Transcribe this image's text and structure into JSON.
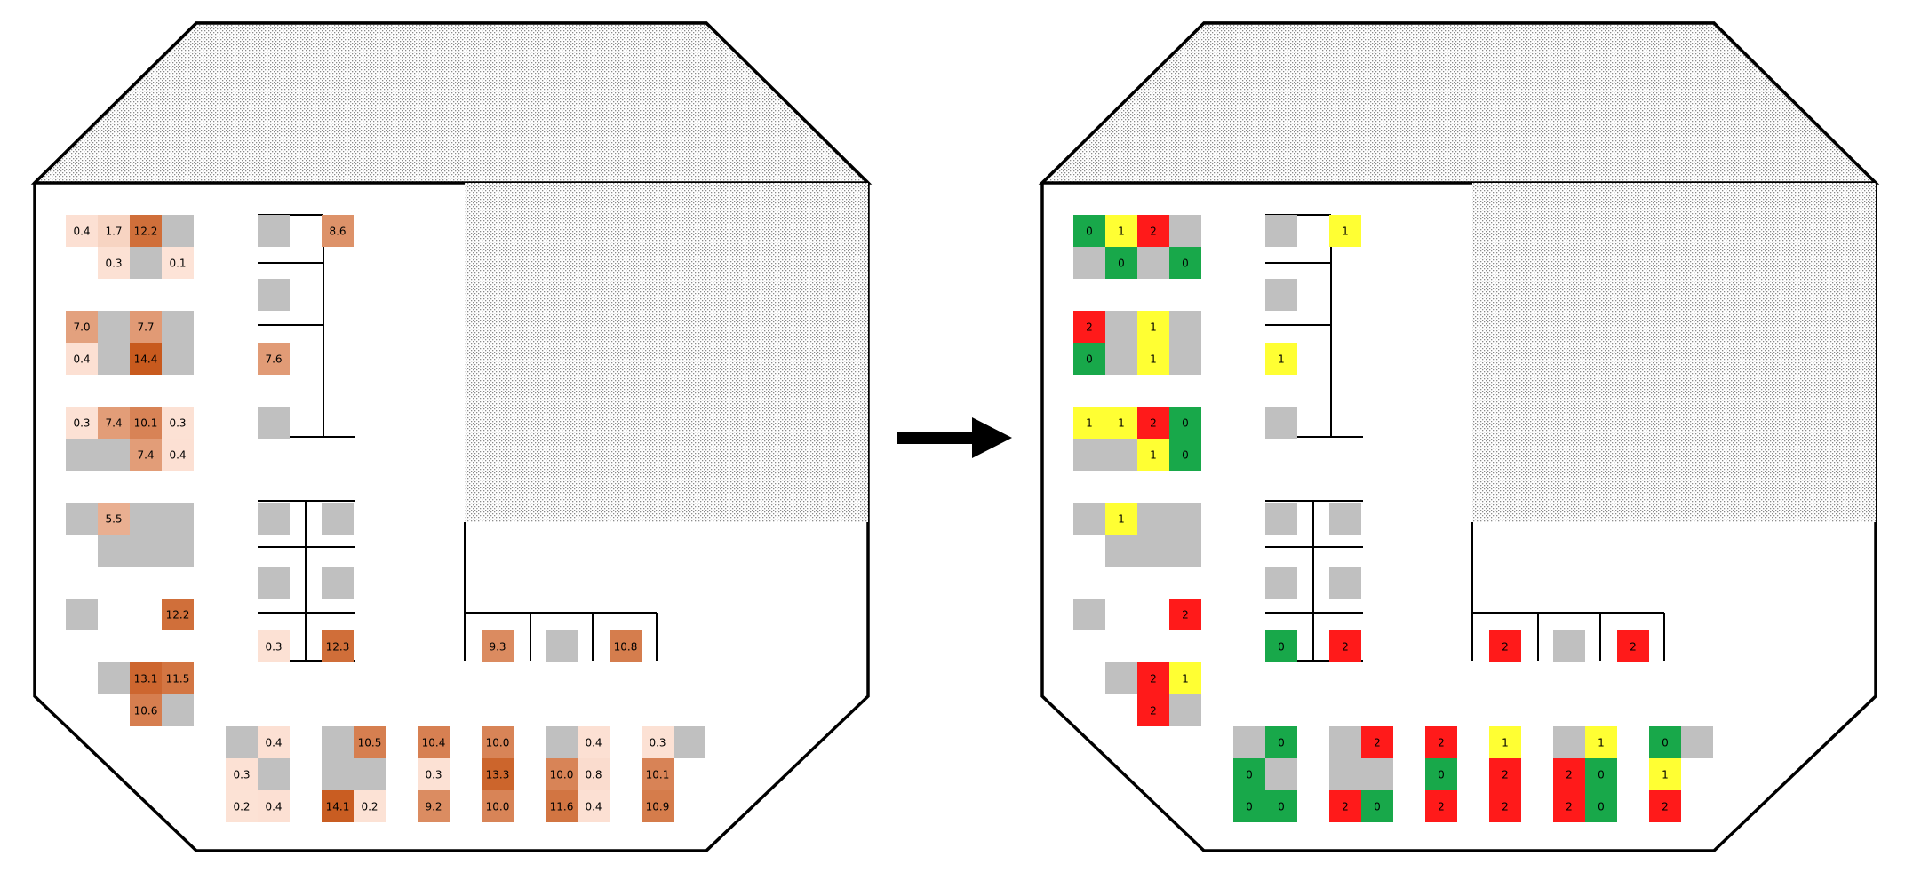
{
  "colors": {
    "gray": "#c0c0c0",
    "green": "#18a84a",
    "yellow": "#ffff33",
    "red": "#ff1a1a",
    "heat_low": "#fde4d8",
    "heat_high": "#c85a1e",
    "outline": "#000000",
    "hatch": "#8a8a8a"
  },
  "arrow": {
    "icon": "right-arrow-icon"
  },
  "left_panel": {
    "cells": [
      {
        "r": 0,
        "c": 0,
        "t": "v",
        "v": 0.4
      },
      {
        "r": 0,
        "c": 1,
        "t": "v",
        "v": 1.7
      },
      {
        "r": 0,
        "c": 2,
        "t": "v",
        "v": 12.2
      },
      {
        "r": 0,
        "c": 3,
        "t": "g"
      },
      {
        "r": 1,
        "c": 1,
        "t": "v",
        "v": 0.3
      },
      {
        "r": 1,
        "c": 2,
        "t": "g"
      },
      {
        "r": 1,
        "c": 3,
        "t": "v",
        "v": 0.1
      },
      {
        "r": 3,
        "c": 0,
        "t": "v",
        "v": 7.0
      },
      {
        "r": 3,
        "c": 1,
        "t": "g"
      },
      {
        "r": 3,
        "c": 2,
        "t": "v",
        "v": 7.7
      },
      {
        "r": 3,
        "c": 3,
        "t": "g"
      },
      {
        "r": 4,
        "c": 0,
        "t": "v",
        "v": 0.4
      },
      {
        "r": 4,
        "c": 1,
        "t": "g"
      },
      {
        "r": 4,
        "c": 2,
        "t": "v",
        "v": 14.4
      },
      {
        "r": 4,
        "c": 3,
        "t": "g"
      },
      {
        "r": 6,
        "c": 0,
        "t": "v",
        "v": 0.3
      },
      {
        "r": 6,
        "c": 1,
        "t": "v",
        "v": 7.4
      },
      {
        "r": 6,
        "c": 2,
        "t": "v",
        "v": 10.1
      },
      {
        "r": 6,
        "c": 3,
        "t": "v",
        "v": 0.3
      },
      {
        "r": 7,
        "c": 0,
        "t": "g"
      },
      {
        "r": 7,
        "c": 1,
        "t": "g"
      },
      {
        "r": 7,
        "c": 2,
        "t": "v",
        "v": 7.4
      },
      {
        "r": 7,
        "c": 3,
        "t": "v",
        "v": 0.4
      },
      {
        "r": 9,
        "c": 0,
        "t": "g"
      },
      {
        "r": 9,
        "c": 1,
        "t": "v",
        "v": 5.5
      },
      {
        "r": 9,
        "c": 2,
        "t": "g"
      },
      {
        "r": 9,
        "c": 3,
        "t": "g"
      },
      {
        "r": 10,
        "c": 1,
        "t": "g"
      },
      {
        "r": 10,
        "c": 2,
        "t": "g"
      },
      {
        "r": 10,
        "c": 3,
        "t": "g"
      },
      {
        "r": 12,
        "c": 0,
        "t": "g"
      },
      {
        "r": 12,
        "c": 3,
        "t": "v",
        "v": 12.2
      },
      {
        "r": 14,
        "c": 1,
        "t": "g"
      },
      {
        "r": 14,
        "c": 2,
        "t": "v",
        "v": 13.1
      },
      {
        "r": 14,
        "c": 3,
        "t": "v",
        "v": 11.5
      },
      {
        "r": 15,
        "c": 2,
        "t": "v",
        "v": 10.6
      },
      {
        "r": 15,
        "c": 3,
        "t": "g"
      },
      {
        "r": 0,
        "c": 6,
        "t": "g"
      },
      {
        "r": 0,
        "c": 8,
        "t": "v",
        "v": 8.6
      },
      {
        "r": 2,
        "c": 6,
        "t": "g"
      },
      {
        "r": 4,
        "c": 6,
        "t": "v",
        "v": 7.6
      },
      {
        "r": 6,
        "c": 6,
        "t": "g"
      },
      {
        "r": 9,
        "c": 6,
        "t": "g"
      },
      {
        "r": 9,
        "c": 8,
        "t": "g"
      },
      {
        "r": 11,
        "c": 6,
        "t": "g"
      },
      {
        "r": 11,
        "c": 8,
        "t": "g"
      },
      {
        "r": 13,
        "c": 6,
        "t": "v",
        "v": 0.3
      },
      {
        "r": 13,
        "c": 8,
        "t": "v",
        "v": 12.3
      },
      {
        "r": 13,
        "c": 13,
        "t": "v",
        "v": 9.3
      },
      {
        "r": 13,
        "c": 15,
        "t": "g"
      },
      {
        "r": 13,
        "c": 17,
        "t": "v",
        "v": 10.8
      },
      {
        "r": 16,
        "c": 5,
        "t": "g"
      },
      {
        "r": 16,
        "c": 6,
        "t": "v",
        "v": 0.4
      },
      {
        "r": 17,
        "c": 5,
        "t": "v",
        "v": 0.3
      },
      {
        "r": 17,
        "c": 6,
        "t": "g"
      },
      {
        "r": 18,
        "c": 5,
        "t": "v",
        "v": 0.2
      },
      {
        "r": 18,
        "c": 6,
        "t": "v",
        "v": 0.4
      },
      {
        "r": 16,
        "c": 8,
        "t": "g"
      },
      {
        "r": 16,
        "c": 9,
        "t": "v",
        "v": 10.5
      },
      {
        "r": 17,
        "c": 8,
        "t": "g"
      },
      {
        "r": 17,
        "c": 9,
        "t": "g"
      },
      {
        "r": 18,
        "c": 8,
        "t": "v",
        "v": 14.1
      },
      {
        "r": 18,
        "c": 9,
        "t": "v",
        "v": 0.2
      },
      {
        "r": 16,
        "c": 11,
        "t": "v",
        "v": 10.4
      },
      {
        "r": 17,
        "c": 11,
        "t": "v",
        "v": 0.3
      },
      {
        "r": 18,
        "c": 11,
        "t": "v",
        "v": 9.2
      },
      {
        "r": 16,
        "c": 13,
        "t": "v",
        "v": 10.0
      },
      {
        "r": 17,
        "c": 13,
        "t": "v",
        "v": 13.3
      },
      {
        "r": 18,
        "c": 13,
        "t": "v",
        "v": 10.0
      },
      {
        "r": 16,
        "c": 15,
        "t": "g"
      },
      {
        "r": 16,
        "c": 16,
        "t": "v",
        "v": 0.4
      },
      {
        "r": 17,
        "c": 15,
        "t": "v",
        "v": 10.0
      },
      {
        "r": 17,
        "c": 16,
        "t": "v",
        "v": 0.8
      },
      {
        "r": 18,
        "c": 15,
        "t": "v",
        "v": 11.6
      },
      {
        "r": 18,
        "c": 16,
        "t": "v",
        "v": 0.4
      },
      {
        "r": 16,
        "c": 18,
        "t": "v",
        "v": 0.3
      },
      {
        "r": 16,
        "c": 19,
        "t": "g"
      },
      {
        "r": 17,
        "c": 18,
        "t": "v",
        "v": 10.1
      },
      {
        "r": 18,
        "c": 18,
        "t": "v",
        "v": 10.9
      }
    ]
  },
  "right_panel": {
    "cells": [
      {
        "r": 0,
        "c": 0,
        "t": "G",
        "v": "0"
      },
      {
        "r": 0,
        "c": 1,
        "t": "Y",
        "v": "1"
      },
      {
        "r": 0,
        "c": 2,
        "t": "R",
        "v": "2"
      },
      {
        "r": 0,
        "c": 3,
        "t": "g"
      },
      {
        "r": 1,
        "c": 0,
        "t": "g"
      },
      {
        "r": 1,
        "c": 1,
        "t": "G",
        "v": "0"
      },
      {
        "r": 1,
        "c": 2,
        "t": "g"
      },
      {
        "r": 1,
        "c": 3,
        "t": "G",
        "v": "0"
      },
      {
        "r": 3,
        "c": 0,
        "t": "R",
        "v": "2"
      },
      {
        "r": 3,
        "c": 1,
        "t": "g"
      },
      {
        "r": 3,
        "c": 2,
        "t": "Y",
        "v": "1"
      },
      {
        "r": 3,
        "c": 3,
        "t": "g"
      },
      {
        "r": 4,
        "c": 0,
        "t": "G",
        "v": "0"
      },
      {
        "r": 4,
        "c": 1,
        "t": "g"
      },
      {
        "r": 4,
        "c": 2,
        "t": "Y",
        "v": "1"
      },
      {
        "r": 4,
        "c": 3,
        "t": "g"
      },
      {
        "r": 6,
        "c": 0,
        "t": "Y",
        "v": "1"
      },
      {
        "r": 6,
        "c": 1,
        "t": "Y",
        "v": "1"
      },
      {
        "r": 6,
        "c": 2,
        "t": "R",
        "v": "2"
      },
      {
        "r": 6,
        "c": 3,
        "t": "G",
        "v": "0"
      },
      {
        "r": 7,
        "c": 0,
        "t": "g"
      },
      {
        "r": 7,
        "c": 1,
        "t": "g"
      },
      {
        "r": 7,
        "c": 2,
        "t": "Y",
        "v": "1"
      },
      {
        "r": 7,
        "c": 3,
        "t": "G",
        "v": "0"
      },
      {
        "r": 9,
        "c": 0,
        "t": "g"
      },
      {
        "r": 9,
        "c": 1,
        "t": "Y",
        "v": "1"
      },
      {
        "r": 9,
        "c": 2,
        "t": "g"
      },
      {
        "r": 9,
        "c": 3,
        "t": "g"
      },
      {
        "r": 10,
        "c": 1,
        "t": "g"
      },
      {
        "r": 10,
        "c": 2,
        "t": "g"
      },
      {
        "r": 10,
        "c": 3,
        "t": "g"
      },
      {
        "r": 12,
        "c": 0,
        "t": "g"
      },
      {
        "r": 12,
        "c": 3,
        "t": "R",
        "v": "2"
      },
      {
        "r": 14,
        "c": 1,
        "t": "g"
      },
      {
        "r": 14,
        "c": 2,
        "t": "R",
        "v": "2"
      },
      {
        "r": 14,
        "c": 3,
        "t": "Y",
        "v": "1"
      },
      {
        "r": 15,
        "c": 2,
        "t": "R",
        "v": "2"
      },
      {
        "r": 15,
        "c": 3,
        "t": "g"
      },
      {
        "r": 0,
        "c": 6,
        "t": "g"
      },
      {
        "r": 0,
        "c": 8,
        "t": "Y",
        "v": "1"
      },
      {
        "r": 2,
        "c": 6,
        "t": "g"
      },
      {
        "r": 4,
        "c": 6,
        "t": "Y",
        "v": "1"
      },
      {
        "r": 6,
        "c": 6,
        "t": "g"
      },
      {
        "r": 9,
        "c": 6,
        "t": "g"
      },
      {
        "r": 9,
        "c": 8,
        "t": "g"
      },
      {
        "r": 11,
        "c": 6,
        "t": "g"
      },
      {
        "r": 11,
        "c": 8,
        "t": "g"
      },
      {
        "r": 13,
        "c": 6,
        "t": "G",
        "v": "0"
      },
      {
        "r": 13,
        "c": 8,
        "t": "R",
        "v": "2"
      },
      {
        "r": 13,
        "c": 13,
        "t": "R",
        "v": "2"
      },
      {
        "r": 13,
        "c": 15,
        "t": "g"
      },
      {
        "r": 13,
        "c": 17,
        "t": "R",
        "v": "2"
      },
      {
        "r": 16,
        "c": 5,
        "t": "g"
      },
      {
        "r": 16,
        "c": 6,
        "t": "G",
        "v": "0"
      },
      {
        "r": 17,
        "c": 5,
        "t": "G",
        "v": "0"
      },
      {
        "r": 17,
        "c": 6,
        "t": "g"
      },
      {
        "r": 18,
        "c": 5,
        "t": "G",
        "v": "0"
      },
      {
        "r": 18,
        "c": 6,
        "t": "G",
        "v": "0"
      },
      {
        "r": 16,
        "c": 8,
        "t": "g"
      },
      {
        "r": 16,
        "c": 9,
        "t": "R",
        "v": "2"
      },
      {
        "r": 17,
        "c": 8,
        "t": "g"
      },
      {
        "r": 17,
        "c": 9,
        "t": "g"
      },
      {
        "r": 18,
        "c": 8,
        "t": "R",
        "v": "2"
      },
      {
        "r": 18,
        "c": 9,
        "t": "G",
        "v": "0"
      },
      {
        "r": 16,
        "c": 11,
        "t": "R",
        "v": "2"
      },
      {
        "r": 17,
        "c": 11,
        "t": "G",
        "v": "0"
      },
      {
        "r": 18,
        "c": 11,
        "t": "R",
        "v": "2"
      },
      {
        "r": 16,
        "c": 13,
        "t": "Y",
        "v": "1"
      },
      {
        "r": 17,
        "c": 13,
        "t": "R",
        "v": "2"
      },
      {
        "r": 18,
        "c": 13,
        "t": "R",
        "v": "2"
      },
      {
        "r": 16,
        "c": 15,
        "t": "g"
      },
      {
        "r": 16,
        "c": 16,
        "t": "Y",
        "v": "1"
      },
      {
        "r": 17,
        "c": 15,
        "t": "R",
        "v": "2"
      },
      {
        "r": 17,
        "c": 16,
        "t": "G",
        "v": "0"
      },
      {
        "r": 18,
        "c": 15,
        "t": "R",
        "v": "2"
      },
      {
        "r": 18,
        "c": 16,
        "t": "G",
        "v": "0"
      },
      {
        "r": 16,
        "c": 18,
        "t": "G",
        "v": "0"
      },
      {
        "r": 16,
        "c": 19,
        "t": "g"
      },
      {
        "r": 17,
        "c": 18,
        "t": "Y",
        "v": "1"
      },
      {
        "r": 18,
        "c": 18,
        "t": "R",
        "v": "2"
      }
    ]
  }
}
